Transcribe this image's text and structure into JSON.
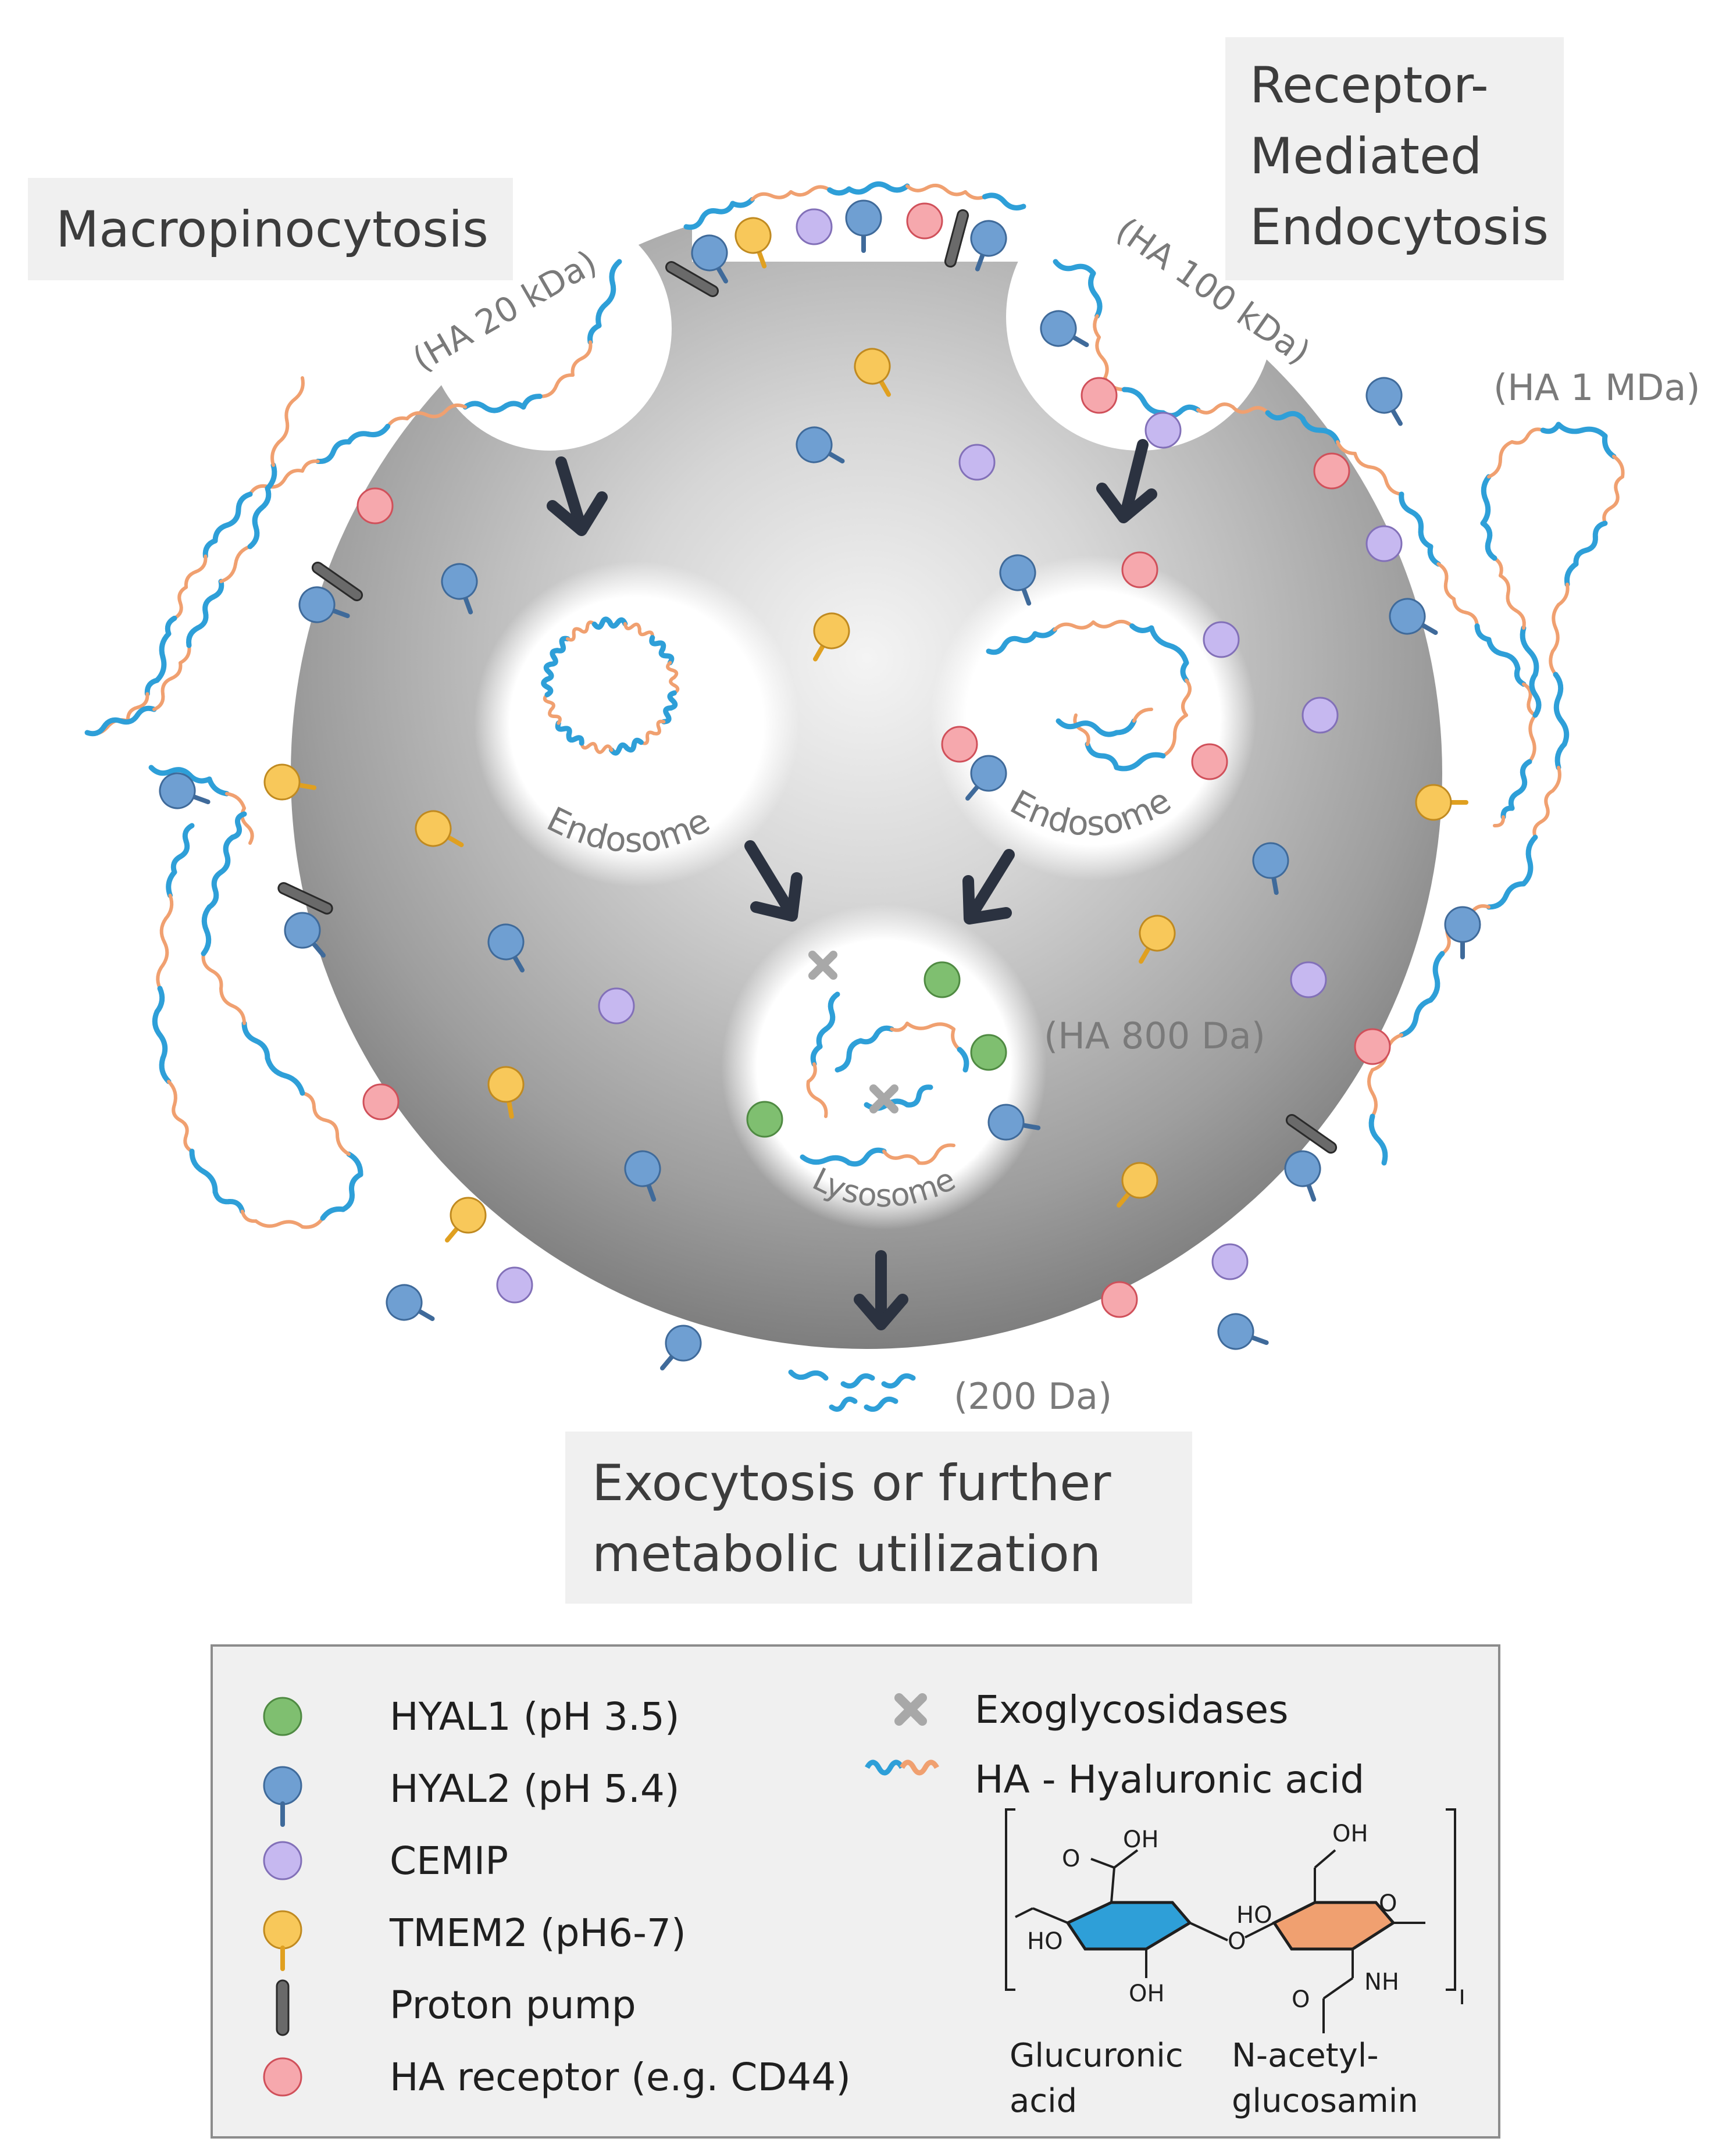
{
  "labels": {
    "macropinocytosis": "Macropinocytosis",
    "receptor_mediated": "Receptor-\nMediated\nEndocytosis",
    "exocytosis": "Exocytosis or further\nmetabolic utilization"
  },
  "annotations": {
    "ha_20kda": "(HA 20 kDa)",
    "ha_100kda": "(HA 100 kDa)",
    "ha_1mda": "(HA 1 MDa)",
    "ha_800da": "(HA 800 Da)",
    "da_200": "(200 Da)"
  },
  "compartments": {
    "endosome_left": "Endosome",
    "endosome_right": "Endosome",
    "lysosome": "Lysosome"
  },
  "legend": {
    "items": [
      {
        "label": "HYAL1 (pH 3.5)",
        "symbol": "green-circle-icon",
        "color": "#7fbf70"
      },
      {
        "label": "HYAL2 (pH 5.4)",
        "symbol": "blue-receptor-icon",
        "color": "#6f9fd2"
      },
      {
        "label": "CEMIP",
        "symbol": "purple-circle-icon",
        "color": "#c6b8f0"
      },
      {
        "label": "TMEM2 (pH6-7)",
        "symbol": "yellow-receptor-icon",
        "color": "#f8c85a"
      },
      {
        "label": "Proton pump",
        "symbol": "proton-pump-icon",
        "color": "#6a6a6a"
      },
      {
        "label": "HA receptor (e.g. CD44)",
        "symbol": "red-circle-icon",
        "color": "#f6a8ad"
      }
    ],
    "exoglycosidases": "Exoglycosidases",
    "hyaluronic_acid": "HA - Hyaluronic acid"
  },
  "chemistry": {
    "glucuronic": "Glucuronic\nacid",
    "nacetyl": "N-acetyl-\nglucosamin",
    "oh": "OH",
    "o": "O",
    "ho": "HO",
    "nh": "NH",
    "n": "n"
  },
  "colors": {
    "ha_blue": "#2e9fd8",
    "ha_orange": "#f0a070",
    "cell_dark": "#7a7a7a",
    "arrow": "#2b3240",
    "glucuronic_fill": "#2e9fd8",
    "nacetyl_fill": "#f0a070"
  }
}
